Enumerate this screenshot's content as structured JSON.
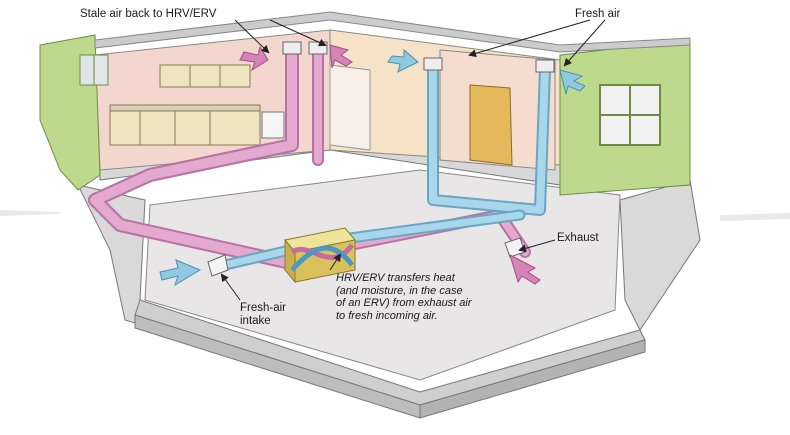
{
  "labels": {
    "stale_air": "Stale air back to HRV/ERV",
    "fresh_air": "Fresh air",
    "exhaust": "Exhaust",
    "fresh_intake_line1": "Fresh-air",
    "fresh_intake_line2": "intake",
    "hrv_note": [
      "HRV/ERV transfers heat",
      "(and moisture, in the case",
      "of an ERV) from exhaust air",
      "to fresh incoming air."
    ]
  },
  "colors": {
    "wall_green": "#bcd98c",
    "wall_pink": "#f3d7cf",
    "floor": "#e6e4e4",
    "foundation": "#dcdcdc",
    "stale_duct": "#d996c0",
    "fresh_duct": "#9fd0e6",
    "hrv_box": "#e0cf6e"
  },
  "icons": [
    "arrow-icon"
  ]
}
